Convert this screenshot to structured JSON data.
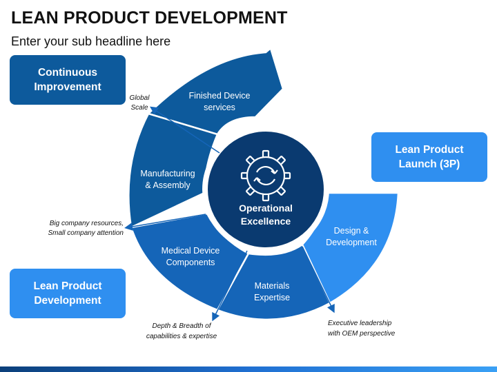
{
  "header": {
    "title": "LEAN PRODUCT DEVELOPMENT",
    "subtitle": "Enter your sub headline here"
  },
  "side_boxes": {
    "continuous_improvement": "Continuous\nImprovement",
    "lean_launch": "Lean Product\nLaunch (3P)",
    "lean_development": "Lean Product\nDevelopment"
  },
  "hub": {
    "line1": "Operational",
    "line2": "Excellence",
    "icon": "gear-cycle-icon"
  },
  "segments": {
    "finished": {
      "line1": "Finished Device",
      "line2": "services"
    },
    "manufacturing": {
      "line1": "Manufacturing",
      "line2": "& Assembly"
    },
    "medical": {
      "line1": "Medical Device",
      "line2": "Components"
    },
    "materials": {
      "line1": "Materials",
      "line2": "Expertise"
    },
    "design": {
      "line1": "Design &",
      "line2": "Development"
    }
  },
  "annotations": {
    "global": {
      "line1": "Global",
      "line2": "Scale"
    },
    "big_company": {
      "line1": "Big company resources,",
      "line2": "Small company attention"
    },
    "depth": {
      "line1": "Depth & Breadth of",
      "line2": "capabilities & expertise"
    },
    "executive": {
      "line1": "Executive leadership",
      "line2": "with OEM perspective"
    }
  },
  "colors": {
    "dark_blue": "#0d5a9c",
    "mid_blue": "#1565b8",
    "light_blue": "#2f8ff0",
    "hub": "#0a3a70",
    "hub_border": "#ffffff"
  }
}
